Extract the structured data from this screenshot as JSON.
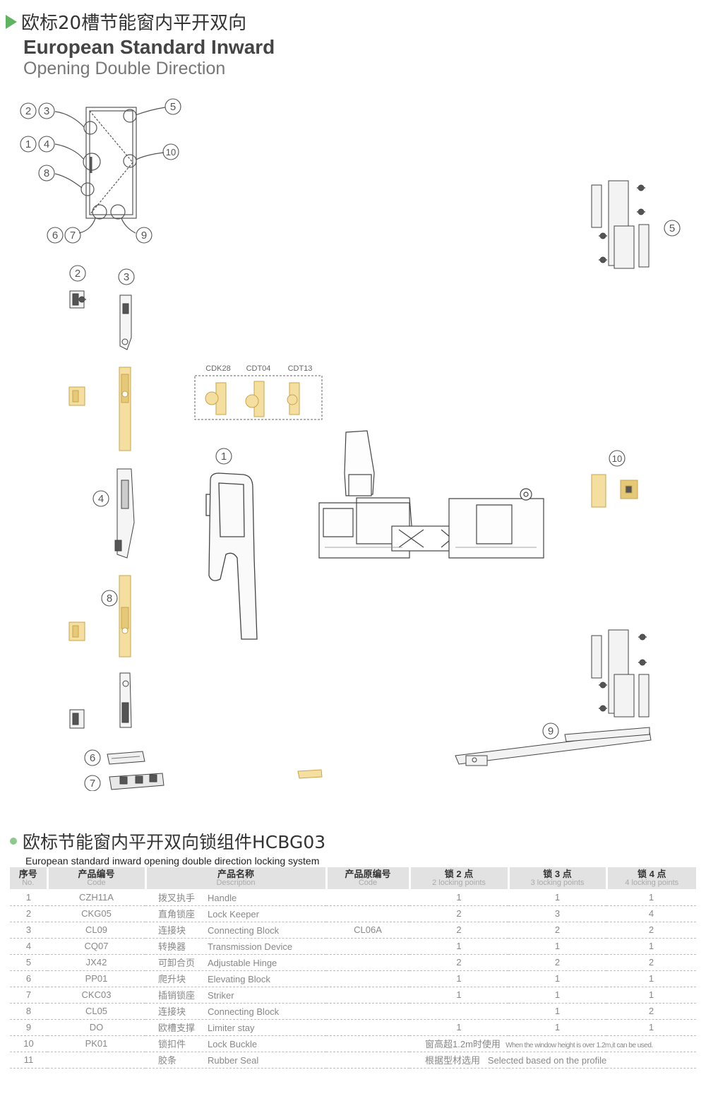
{
  "header": {
    "title_cn": "欧标20槽节能窗内平开双向",
    "title_en_1": "European Standard Inward",
    "title_en_2": "Opening Double Direction"
  },
  "diagram": {
    "labels": [
      "1",
      "2",
      "3",
      "4",
      "5",
      "6",
      "7",
      "8",
      "9",
      "10"
    ],
    "cylinder_codes": [
      "CDK28",
      "CDT04",
      "CDT13"
    ]
  },
  "section": {
    "title_cn": "欧标节能窗内平开双向锁组件HCBG03",
    "title_en": "European standard inward opening double direction locking system"
  },
  "table": {
    "headers": [
      {
        "main": "序号",
        "sub": "No."
      },
      {
        "main": "产品编号",
        "sub": "Code"
      },
      {
        "main": "产品名称",
        "sub": "Description"
      },
      {
        "main": "产品原编号",
        "sub": "Code"
      },
      {
        "main": "锁 2 点",
        "sub": "2 locking points"
      },
      {
        "main": "锁 3 点",
        "sub": "3 locking points"
      },
      {
        "main": "锁 4 点",
        "sub": "4 locking points"
      }
    ],
    "rows": [
      {
        "no": "1",
        "code": "CZH11A",
        "name_cn": "拨叉执手",
        "name_en": "Handle",
        "orig": "",
        "p2": "1",
        "p3": "1",
        "p4": "1"
      },
      {
        "no": "2",
        "code": "CKG05",
        "name_cn": "直角锁座",
        "name_en": "Lock Keeper",
        "orig": "",
        "p2": "2",
        "p3": "3",
        "p4": "4"
      },
      {
        "no": "3",
        "code": "CL09",
        "name_cn": "连接块",
        "name_en": "Connecting Block",
        "orig": "CL06A",
        "p2": "2",
        "p3": "2",
        "p4": "2"
      },
      {
        "no": "4",
        "code": "CQ07",
        "name_cn": "转换器",
        "name_en": "Transmission Device",
        "orig": "",
        "p2": "1",
        "p3": "1",
        "p4": "1"
      },
      {
        "no": "5",
        "code": "JX42",
        "name_cn": "可卸合页",
        "name_en": "Adjustable Hinge",
        "orig": "",
        "p2": "2",
        "p3": "2",
        "p4": "2"
      },
      {
        "no": "6",
        "code": "PP01",
        "name_cn": "爬升块",
        "name_en": "Elevating Block",
        "orig": "",
        "p2": "1",
        "p3": "1",
        "p4": "1"
      },
      {
        "no": "7",
        "code": "CKC03",
        "name_cn": "插销锁座",
        "name_en": "Striker",
        "orig": "",
        "p2": "1",
        "p3": "1",
        "p4": "1"
      },
      {
        "no": "8",
        "code": "CL05",
        "name_cn": "连接块",
        "name_en": "Connecting Block",
        "orig": "",
        "p2": "",
        "p3": "1",
        "p4": "2"
      },
      {
        "no": "9",
        "code": "DO",
        "name_cn": "欧槽支撑",
        "name_en": "Limiter stay",
        "orig": "",
        "p2": "1",
        "p3": "1",
        "p4": "1"
      }
    ],
    "row10": {
      "no": "10",
      "code": "PK01",
      "name_cn": "锁扣件",
      "name_en": "Lock Buckle",
      "note_cn": "窗高超1.2m时使用",
      "note_en": "When the window height is over 1.2m,it can be used."
    },
    "row11": {
      "no": "11",
      "code": "",
      "name_cn": "胶条",
      "name_en": "Rubber Seal",
      "note_cn": "根据型材选用",
      "note_en": "Selected based on the profile"
    }
  },
  "colors": {
    "accent": "#5fb45f",
    "gold": "#e6c978",
    "line": "#555555",
    "header_bg": "#e2e2e2"
  }
}
